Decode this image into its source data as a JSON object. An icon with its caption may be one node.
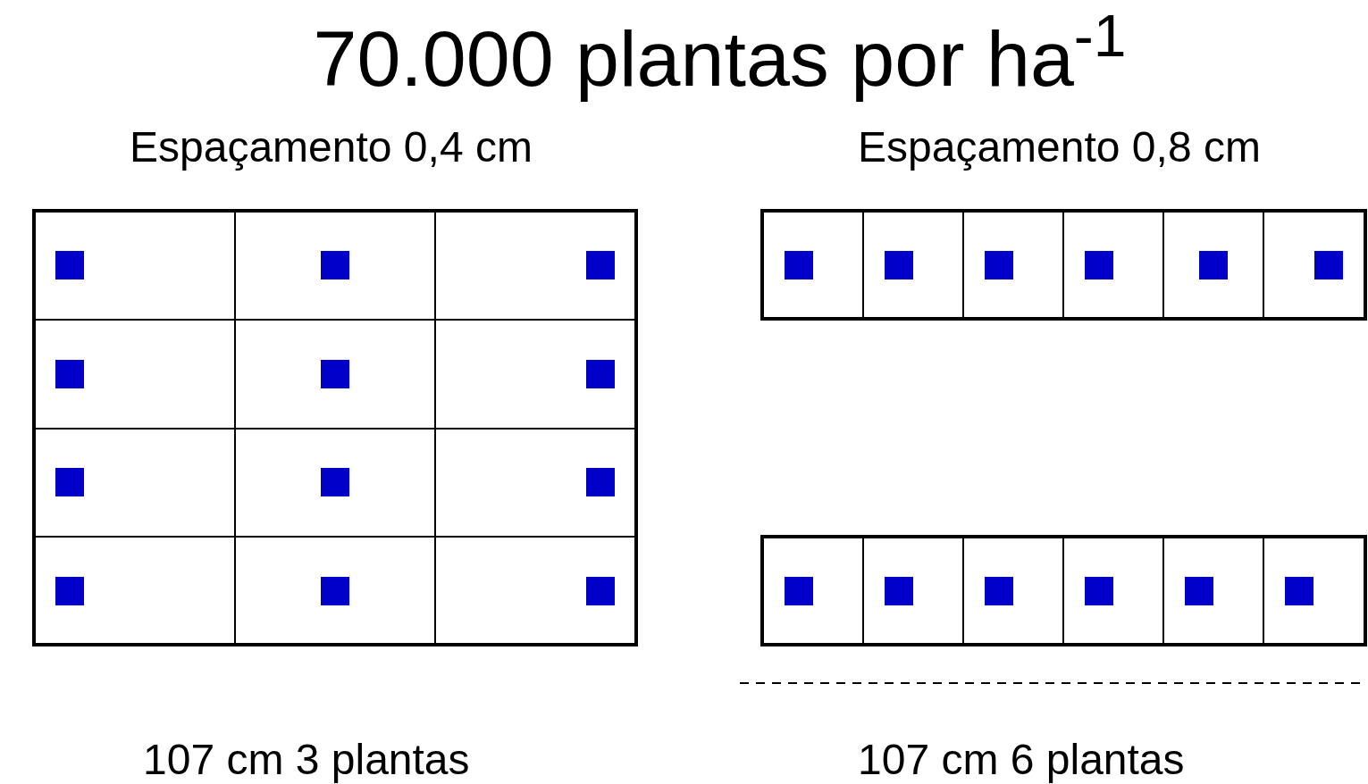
{
  "diagram": {
    "title": "70.000 plantas por ha$^{-1}$",
    "labels": [
      "Espaçamento 0,4 cm",
      "Espaçamento 0,8 cm",
      "107 cm 3 plantas",
      "107 cm 6 plantas"
    ]
  }
}
